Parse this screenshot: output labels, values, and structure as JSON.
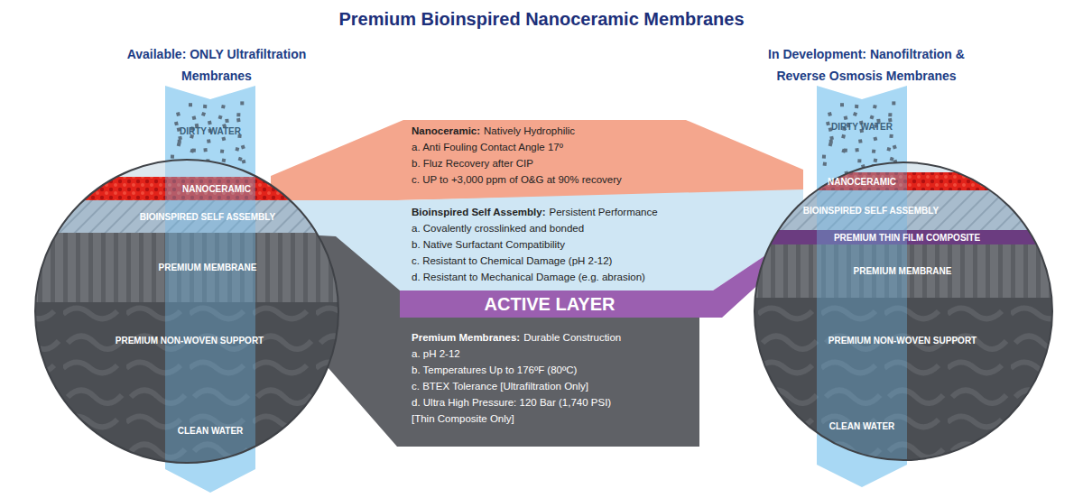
{
  "diagram": {
    "title": "Premium Bioinspired Nanoceramic Membranes",
    "nodes": [
      {
        "text": [
          "DIRTY WATER"
        ]
      },
      {
        "text": [
          "NANOCERAMIC"
        ]
      },
      {
        "text": [
          "BIOINSPIRED SELF ASSEMBLY"
        ]
      },
      {
        "text": [
          "PREMIUM MEMBRANE"
        ]
      },
      {
        "text": [
          "PREMIUM NON-WOVEN SUPPORT"
        ]
      },
      {
        "text": [
          "CLEAN WATER"
        ]
      },
      {
        "text": [
          "Nanoceramic:",
          "Natively Hydrophilic",
          "a. Anti Fouling Contact Angle 17º",
          "b. Fluz Recovery after CIP",
          "c. UP to +3,000 ppm of O&G at 90% recovery"
        ]
      },
      {
        "text": [
          "Bioinspired Self Assembly:",
          "Persistent Performance",
          "a. Covalently crosslinked and bonded",
          "b. Native Surfactant Compatibility",
          "c. Resistant to Chemical Damage (pH 2-12)",
          "d. Resistant to Mechanical Damage (e.g. abrasion)"
        ]
      },
      {
        "text": [
          "ACTIVE LAYER"
        ]
      },
      {
        "text": [
          "Premium Membranes:",
          "Durable Construction",
          "a. pH 2-12",
          "b. Temperatures Up to 176ºF (80ºC)",
          "c. BTEX Tolerance [Ultrafiltration Only]",
          "d. Ultra High Pressure: 120 Bar (1,740 PSI)",
          "[Thin Composite Only]"
        ]
      },
      {
        "text": [
          "DIRTY WATER"
        ]
      },
      {
        "text": [
          "NANOCERAMIC"
        ]
      },
      {
        "text": [
          "BIOINSPIRED SELF ASSEMBLY"
        ]
      },
      {
        "text": [
          "PREMIUM THIN FILM COMPOSITE"
        ]
      },
      {
        "text": [
          "PREMIUM MEMBRANE"
        ]
      },
      {
        "text": [
          "PREMIUM NON-WOVEN SUPPORT"
        ]
      },
      {
        "text": [
          "CLEAN WATER"
        ]
      }
    ],
    "labels": [
      "Available: ONLY Ultrafiltration Membranes",
      "In Development: Nanofiltration & Reverse Osmosis Membranes"
    ]
  }
}
